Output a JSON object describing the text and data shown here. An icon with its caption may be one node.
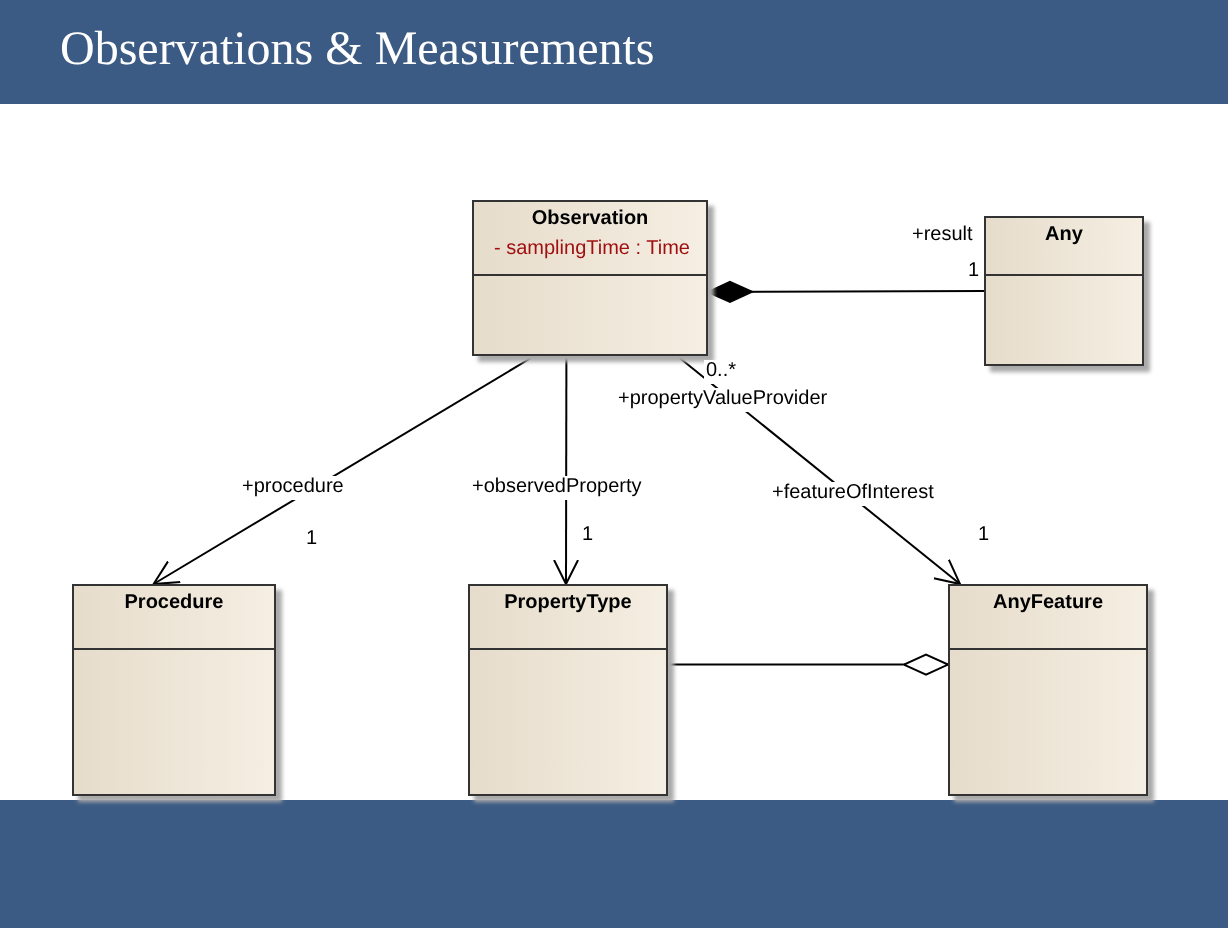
{
  "diagram": {
    "title": "Observations & Measurements",
    "nodes": [
      {
        "text": [
          "Observation",
          "- samplingTime : Time"
        ]
      },
      {
        "text": [
          "Any"
        ]
      },
      {
        "text": [
          "Procedure"
        ]
      },
      {
        "text": [
          "PropertyType"
        ]
      },
      {
        "text": [
          "AnyFeature"
        ]
      }
    ],
    "edges": [
      {
        "from": 0,
        "to": 1,
        "arrow": "other",
        "label": "+result"
      },
      {
        "from": 0,
        "to": 2,
        "arrow": "to",
        "label": "+procedure"
      },
      {
        "from": 0,
        "to": 3,
        "arrow": "to",
        "label": "+observedProperty"
      },
      {
        "from": 0,
        "to": 4,
        "arrow": "to",
        "label": "+featureOfInterest"
      },
      {
        "from": 3,
        "to": 4,
        "arrow": "other"
      }
    ],
    "labels": [
      "1",
      "0..*",
      "+propertyValueProvider",
      "1",
      "1",
      "1"
    ]
  }
}
